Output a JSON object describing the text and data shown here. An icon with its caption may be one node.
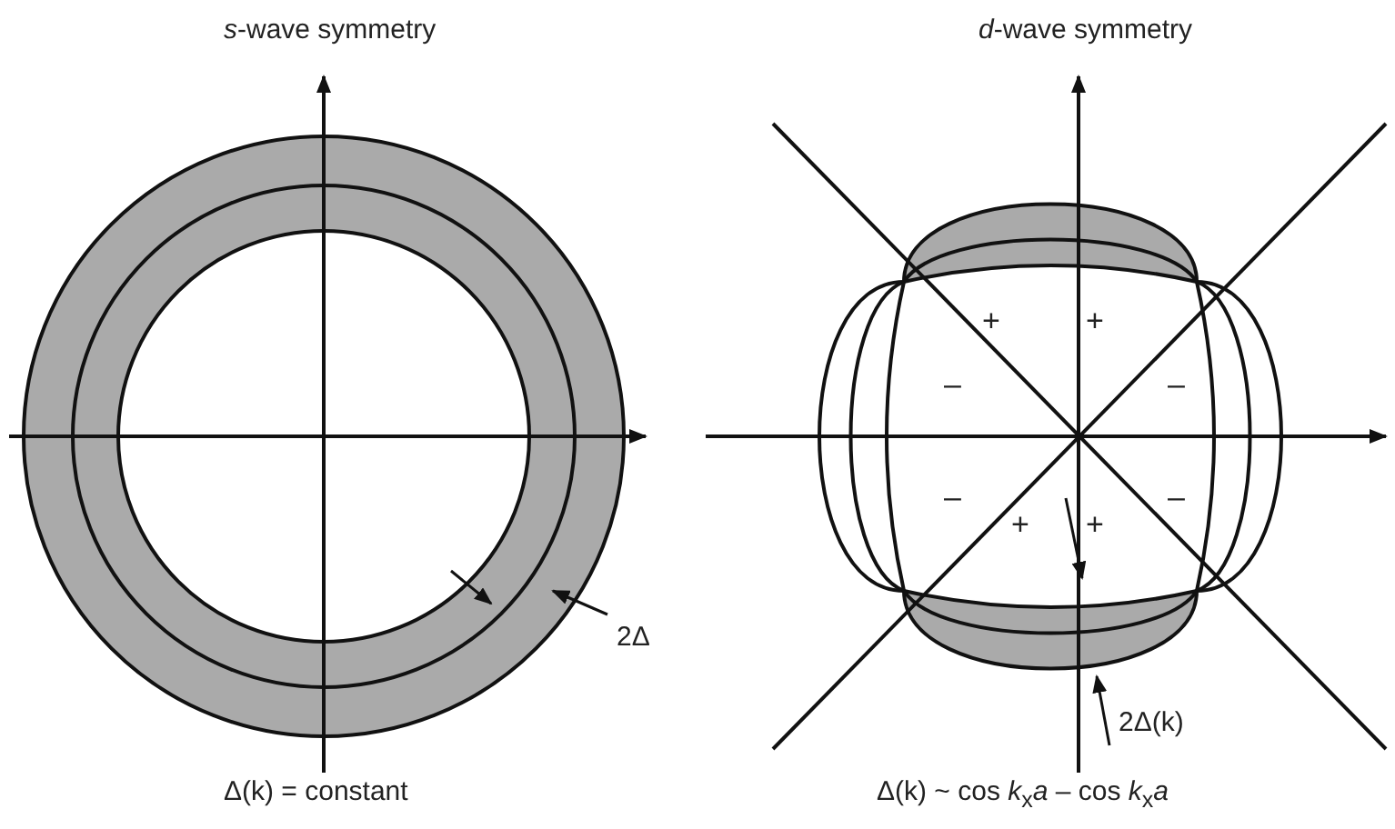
{
  "diagram": {
    "labels": [
      "*s*-wave symmetry",
      "*d*-wave symmetry",
      "2Δ",
      "+",
      "+",
      "–",
      "–",
      "–",
      "–",
      "+",
      "+",
      "2Δ(k)",
      "Δ(k) = constant",
      "Δ(k) ~ cos *k*$_{x}$*a* – cos *k*$_{x}$*a*"
    ]
  }
}
